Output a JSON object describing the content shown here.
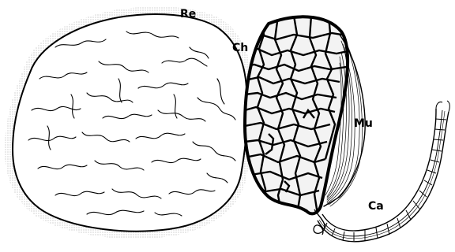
{
  "labels": {
    "re": "Re",
    "ch": "Ch",
    "mu": "Mu",
    "ca": "Ca"
  },
  "colors": {
    "ink": "#000000",
    "stipple": "#9a9a9a",
    "paper": "#ffffff"
  }
}
